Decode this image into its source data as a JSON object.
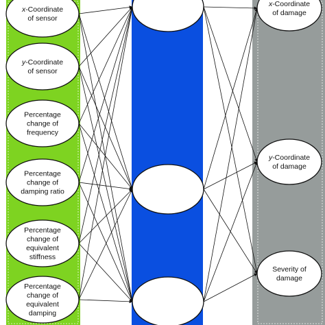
{
  "colors": {
    "input_band": "#7ed321",
    "hidden_band": "#0a4fe0",
    "output_band": "#969c9b",
    "node_fill": "#ffffff",
    "stroke": "#111111"
  },
  "input_nodes": [
    {
      "lines": [
        {
          "italic": "x",
          "rest": "-Coordinate"
        },
        {
          "rest": "of sensor"
        }
      ]
    },
    {
      "lines": [
        {
          "italic": "y",
          "rest": "-Coordinate"
        },
        {
          "rest": "of sensor"
        }
      ]
    },
    {
      "lines": [
        {
          "rest": "Percentage"
        },
        {
          "rest": "change of"
        },
        {
          "rest": "frequency"
        }
      ]
    },
    {
      "lines": [
        {
          "rest": "Percentage"
        },
        {
          "rest": "change of"
        },
        {
          "rest": "damping ratio"
        }
      ]
    },
    {
      "lines": [
        {
          "rest": "Percentage"
        },
        {
          "rest": "change of"
        },
        {
          "rest": "equivalent"
        },
        {
          "rest": "stiffness"
        }
      ]
    },
    {
      "lines": [
        {
          "rest": "Percentage"
        },
        {
          "rest": "change of"
        },
        {
          "rest": "equivalent"
        },
        {
          "rest": "damping"
        }
      ]
    }
  ],
  "hidden_nodes": [
    {
      "lines": []
    },
    {
      "lines": []
    },
    {
      "lines": []
    }
  ],
  "output_nodes": [
    {
      "lines": [
        {
          "italic": "x",
          "rest": "-Coordinate"
        },
        {
          "rest": "of damage"
        }
      ]
    },
    {
      "lines": [
        {
          "italic": "y",
          "rest": "-Coordinate"
        },
        {
          "rest": "of damage"
        }
      ]
    },
    {
      "lines": [
        {
          "rest": "Severity of"
        },
        {
          "rest": "damage"
        }
      ]
    }
  ]
}
